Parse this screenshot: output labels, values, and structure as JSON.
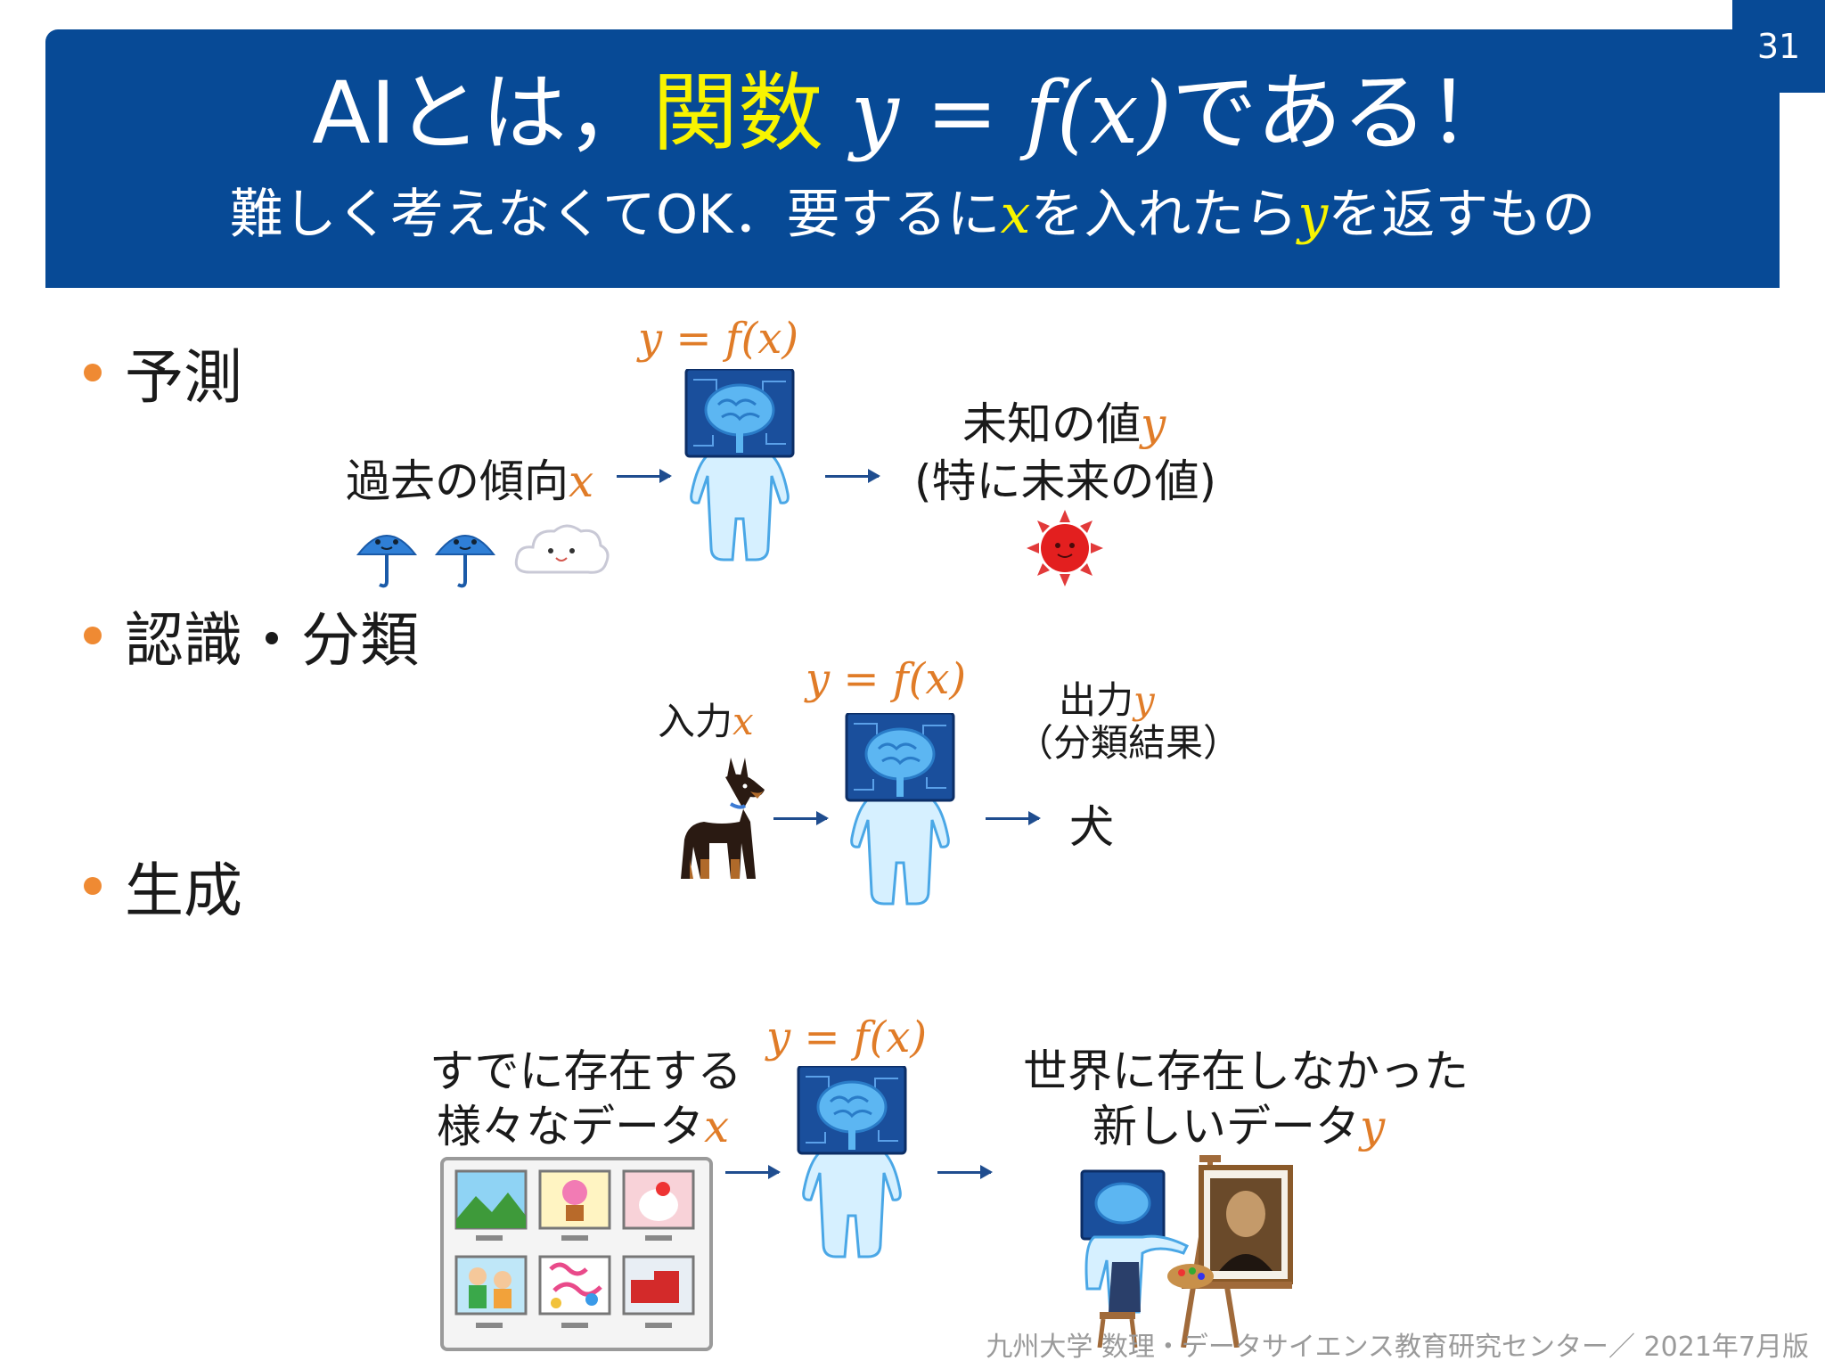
{
  "page_number": "31",
  "title": {
    "prefix": "AIとは，",
    "highlight": "関数",
    "formula": "y = f(x)",
    "suffix": "である！"
  },
  "subtitle": {
    "part1": "難しく考えなくてOK．要するに",
    "x": "x",
    "part2": "を入れたら",
    "y": "y",
    "part3": "を返すもの"
  },
  "formula_label": "y = f(x)",
  "sections": {
    "prediction": {
      "bullet": "予測",
      "input_label": "過去の傾向",
      "input_var": "x",
      "output_line1": "未知の値",
      "output_var": "y",
      "output_line2": "(特に未来の値)"
    },
    "classification": {
      "bullet": "認識・分類",
      "input_label": "入力",
      "input_var": "x",
      "output_line1": "出力",
      "output_var": "y",
      "output_line2": "（分類結果）",
      "result": "犬"
    },
    "generation": {
      "bullet": "生成",
      "input_line1": "すでに存在する",
      "input_line2": "様々なデータ",
      "input_var": "x",
      "output_line1": "世界に存在しなかった",
      "output_line2": "新しいデータ",
      "output_var": "y"
    }
  },
  "footer": "九州大学 数理・データサイエンス教育研究センター／ 2021年7月版",
  "colors": {
    "header_bg": "#074a96",
    "highlight": "#f8f400",
    "variable": "#e07c28",
    "bullet_dot": "#ef8a33",
    "arrow": "#1f4d8f"
  }
}
